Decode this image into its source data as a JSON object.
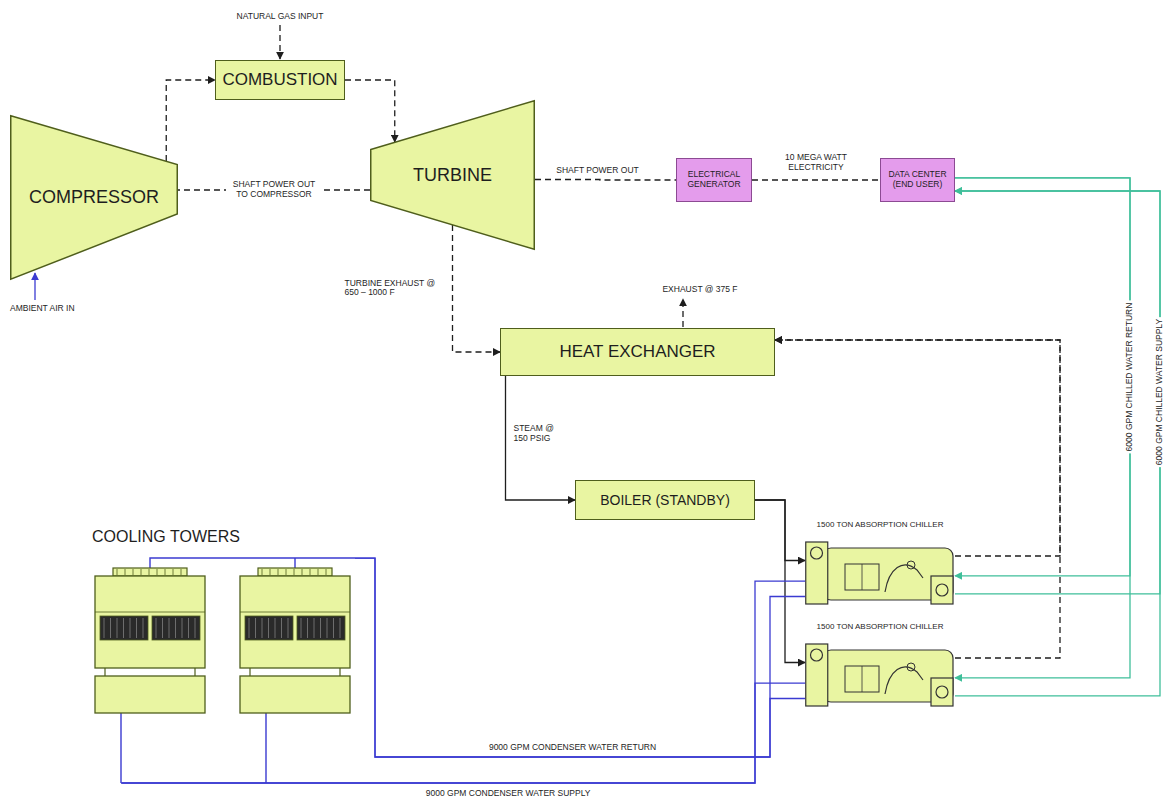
{
  "diagram": {
    "nodes": [
      {
        "text": [
          "COMBUSTION"
        ]
      },
      {
        "text": [
          "COMPRESSOR"
        ]
      },
      {
        "text": [
          "TURBINE"
        ]
      },
      {
        "text": [
          "ELECTRICAL GENERATOR"
        ]
      },
      {
        "text": [
          "DATA CENTER (END USER)"
        ]
      },
      {
        "text": [
          "HEAT EXCHANGER"
        ]
      },
      {
        "text": [
          "BOILER (STANDBY)"
        ]
      },
      {
        "text": [
          "COOLING TOWERS"
        ]
      },
      {
        "text": [
          "1500 TON ABSORPTION CHILLER"
        ]
      },
      {
        "text": [
          "1500 TON ABSORPTION CHILLER"
        ]
      }
    ],
    "edges": [
      {
        "from": 1,
        "to": 0,
        "arrow": "to"
      },
      {
        "from": 0,
        "to": 2,
        "arrow": "to"
      },
      {
        "from": 2,
        "to": 1,
        "label": "SHAFT POWER OUT TO COMPRESSOR",
        "arrow": "none"
      },
      {
        "from": 2,
        "to": 3,
        "label": "SHAFT POWER OUT",
        "arrow": "none"
      },
      {
        "from": 3,
        "to": 4,
        "label": "10 MEGA WATT ELECTRICITY",
        "arrow": "none"
      },
      {
        "from": 2,
        "to": 5,
        "label": "TURBINE EXHAUST @ 650 – 1000 F",
        "arrow": "to"
      },
      {
        "from": 5,
        "to": 6,
        "label": "STEAM @ 150 PSIG",
        "arrow": "to"
      },
      {
        "from": 6,
        "to": 8,
        "arrow": "to"
      },
      {
        "from": 6,
        "to": 9,
        "arrow": "to"
      },
      {
        "from": 8,
        "to": 5,
        "arrow": "to"
      },
      {
        "from": 9,
        "to": 5,
        "arrow": "to"
      },
      {
        "from": 4,
        "to": 8,
        "label": "6000 GPM CHILLED WATER RETURN",
        "arrow": "to"
      },
      {
        "from": 4,
        "to": 9,
        "arrow": "to"
      },
      {
        "from": 8,
        "to": 4,
        "label": "6000 GPM CHILLED WATER SUPPLY",
        "arrow": "to"
      },
      {
        "from": 9,
        "to": 4,
        "arrow": "to"
      },
      {
        "from": 8,
        "to": 7,
        "label": "9000 GPM CONDENSER WATER RETURN",
        "arrow": "none"
      },
      {
        "from": 9,
        "to": 7,
        "arrow": "none"
      },
      {
        "from": 7,
        "to": 8,
        "label": "9000 GPM CONDENSER WATER SUPPLY",
        "arrow": "none"
      },
      {
        "from": 7,
        "to": 9,
        "arrow": "none"
      }
    ],
    "labels": [
      "NATURAL GAS INPUT",
      "AMBIENT AIR IN",
      "EXHAUST @ 375 F"
    ]
  }
}
